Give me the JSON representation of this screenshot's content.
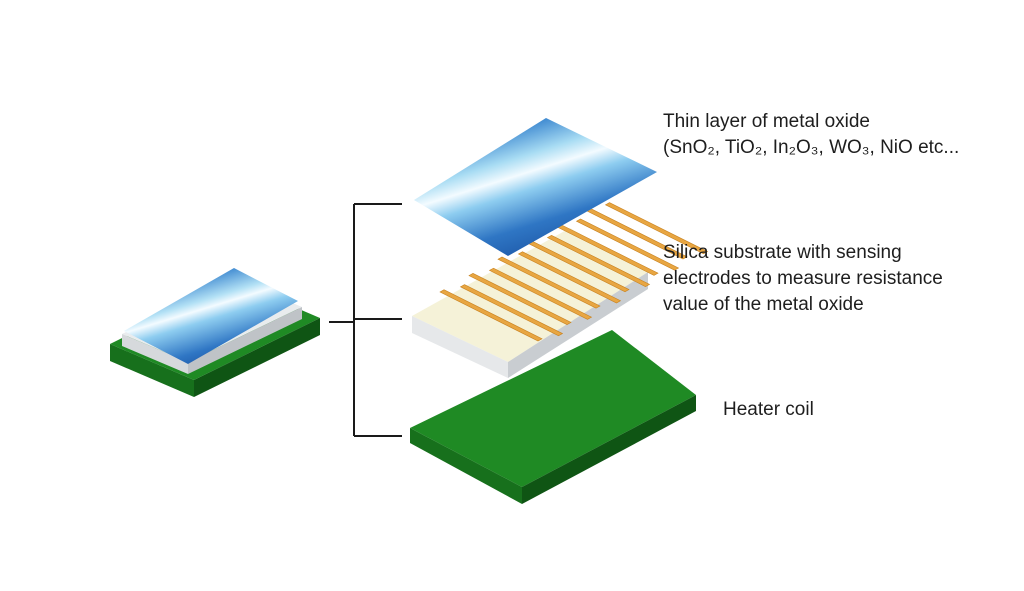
{
  "layers": {
    "metal_oxide": {
      "label_lines": [
        "Thin layer of metal oxide",
        "(SnO₂, TiO₂, In₂O₃, WO₃, NiO etc..."
      ]
    },
    "silica_substrate": {
      "label_lines": [
        "Silica substrate with sensing",
        "electrodes to measure resistance",
        "value of the metal oxide"
      ]
    },
    "heater": {
      "label_lines": [
        "Heater coil"
      ]
    }
  },
  "colors": {
    "heater_top": "#1f8a24",
    "heater_side": "#14601a",
    "substrate_top": "#f5f2d8",
    "substrate_side": "#cfd3d6",
    "electrode": "#e8a642",
    "oxide_blue_dark": "#1f5fae",
    "oxide_blue_light": "#eaf6fc",
    "bracket_line": "#1a1a1a"
  }
}
